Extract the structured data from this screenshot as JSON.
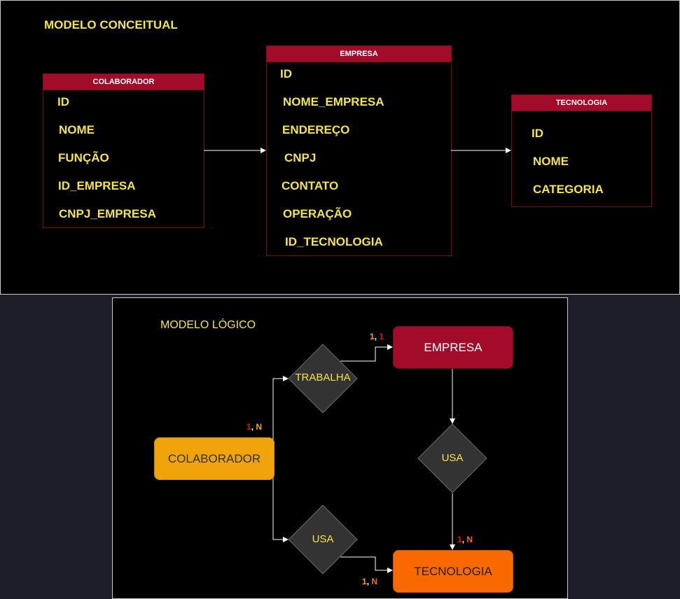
{
  "conceitual": {
    "title": "MODELO CONCEITUAL",
    "colaborador": {
      "header": "COLABORADOR",
      "fields": [
        "ID",
        "NOME",
        "FUNÇÃO",
        "ID_EMPRESA",
        "CNPJ_EMPRESA"
      ]
    },
    "empresa": {
      "header": "EMPRESA",
      "fields": [
        "ID",
        "NOME_EMPRESA",
        "ENDEREÇO",
        "CNPJ",
        "CONTATO",
        "OPERAÇÃO",
        "ID_TECNOLOGIA"
      ]
    },
    "tecnologia": {
      "header": "TECNOLOGIA",
      "fields": [
        "ID",
        "NOME",
        "CATEGORIA"
      ]
    }
  },
  "logico": {
    "title": "MODELO LÓGICO",
    "entities": {
      "empresa": "EMPRESA",
      "colaborador": "COLABORADOR",
      "tecnologia": "TECNOLOGIA"
    },
    "relationships": {
      "trabalha": "TRABALHA",
      "usa_empresa": "USA",
      "usa_colaborador": "USA"
    },
    "cardinalities": {
      "empresa": {
        "first": "1",
        "sep": ", ",
        "second": "1"
      },
      "colaborador": {
        "first": "1",
        "sep": ", ",
        "second": "N"
      },
      "tecnologia_top": {
        "first": "1",
        "sep": ", ",
        "second": "N"
      },
      "tecnologia_bottom": {
        "first": "1",
        "sep": ", ",
        "second": "N"
      }
    }
  },
  "colors": {
    "panel_bg": "#000000",
    "text_yellow": "#f3e44a",
    "header_red": "#a20b2a",
    "empresa_box": "#a20b2a",
    "colaborador_box": "#f0a30a",
    "tecnologia_box": "#fa6800",
    "diamond_fill": "#333333",
    "connector": "#ffffff"
  }
}
